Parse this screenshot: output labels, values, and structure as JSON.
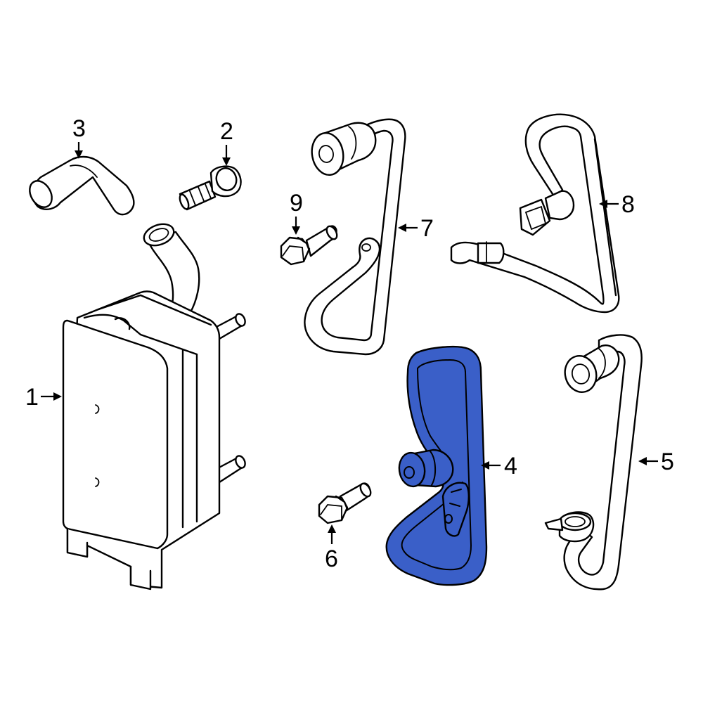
{
  "diagram": {
    "highlight_color": "#3a5fc8",
    "callouts": [
      {
        "id": "1",
        "label": "1"
      },
      {
        "id": "2",
        "label": "2"
      },
      {
        "id": "3",
        "label": "3"
      },
      {
        "id": "4",
        "label": "4"
      },
      {
        "id": "5",
        "label": "5"
      },
      {
        "id": "6",
        "label": "6"
      },
      {
        "id": "7",
        "label": "7"
      },
      {
        "id": "8",
        "label": "8"
      },
      {
        "id": "9",
        "label": "9"
      }
    ],
    "highlighted_part": "4"
  }
}
